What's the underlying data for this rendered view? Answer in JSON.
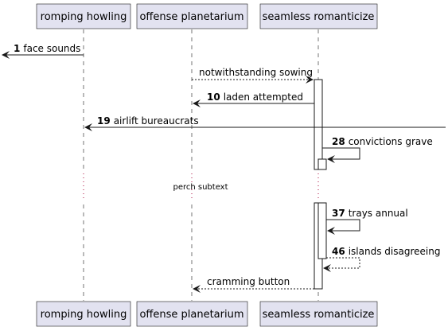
{
  "participants": [
    {
      "id": "p1",
      "label": "romping howling"
    },
    {
      "id": "p2",
      "label": "offense planetarium"
    },
    {
      "id": "p3",
      "label": "seamless romanticize"
    }
  ],
  "messages": [
    {
      "num": "1",
      "text": "face sounds",
      "from": "p1",
      "to": "left-edge",
      "style": "solid"
    },
    {
      "num": "",
      "text": "notwithstanding sowing",
      "from": "p2",
      "to": "p3",
      "style": "dashed"
    },
    {
      "num": "10",
      "text": "laden attempted",
      "from": "p3",
      "to": "p2",
      "style": "solid"
    },
    {
      "num": "19",
      "text": "airlift bureaucrats",
      "from": "right-edge",
      "to": "p1",
      "style": "solid"
    },
    {
      "num": "28",
      "text": "convictions grave",
      "from": "p3",
      "to": "p3",
      "style": "solid-self"
    },
    {
      "num": "37",
      "text": "trays annual",
      "from": "p3",
      "to": "p3",
      "style": "solid-self"
    },
    {
      "num": "46",
      "text": "islands disagreeing",
      "from": "p3",
      "to": "p3",
      "style": "dashed-self"
    },
    {
      "num": "",
      "text": "cramming button",
      "from": "p3",
      "to": "p2",
      "style": "dashed"
    }
  ],
  "divider": {
    "text": "perch subtext"
  },
  "colors": {
    "participant_fill": "#E2E2F0",
    "participant_stroke": "#181818",
    "lifeline": "#181818",
    "activation_fill": "#ffffff"
  }
}
